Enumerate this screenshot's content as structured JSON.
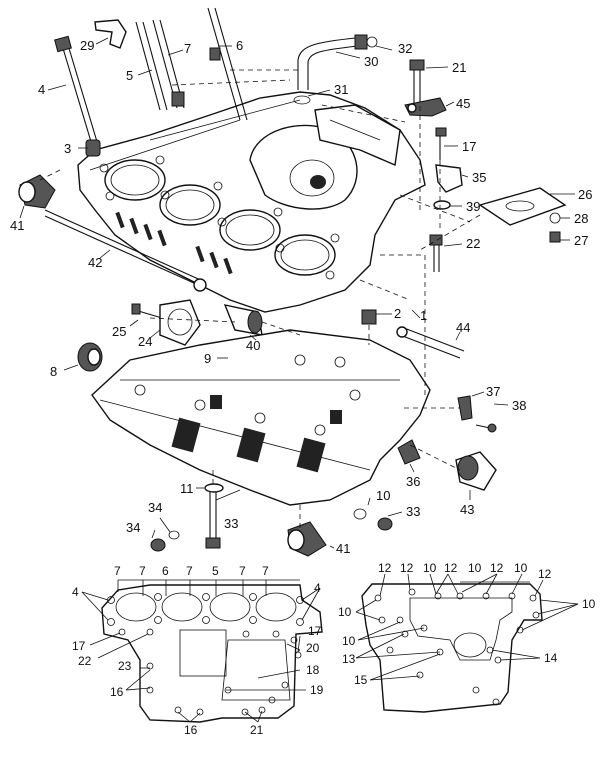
{
  "callouts_main": [
    "29",
    "7",
    "6",
    "32",
    "5",
    "30",
    "4",
    "21",
    "31",
    "45",
    "3",
    "17",
    "35",
    "26",
    "41",
    "39",
    "28",
    "22",
    "27",
    "42",
    "2",
    "25",
    "1",
    "44",
    "24",
    "40",
    "9",
    "8",
    "37",
    "38",
    "36",
    "43",
    "11",
    "34",
    "33",
    "10",
    "34",
    "33",
    "41"
  ],
  "callouts_bottom_left": [
    "7",
    "7",
    "6",
    "7",
    "5",
    "7",
    "7",
    "4",
    "4",
    "17",
    "17",
    "22",
    "23",
    "20",
    "18",
    "16",
    "19",
    "16",
    "21"
  ],
  "callouts_bottom_right": [
    "12",
    "12",
    "10",
    "12",
    "10",
    "12",
    "10",
    "12",
    "10",
    "10",
    "10",
    "13",
    "14",
    "15"
  ]
}
